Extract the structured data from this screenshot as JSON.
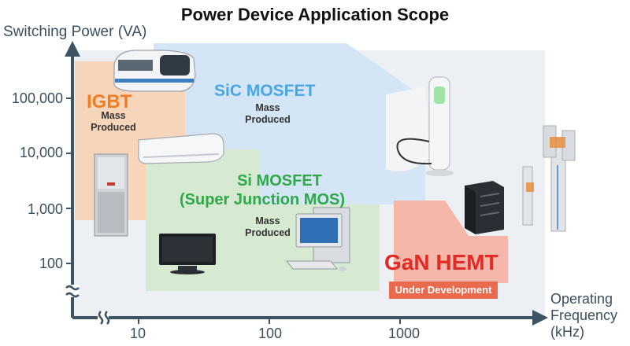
{
  "chart_data": {
    "type": "region",
    "title": "Power Device Application Scope",
    "ylabel": "Switching Power (VA)",
    "xlabel_lines": [
      "Operating",
      "Frequency",
      "(kHz)"
    ],
    "x_scale": "log",
    "y_scale": "log",
    "x_ticks": [
      {
        "label": "10",
        "value": 10
      },
      {
        "label": "100",
        "value": 100
      },
      {
        "label": "1000",
        "value": 1000
      }
    ],
    "y_ticks": [
      {
        "label": "100,000",
        "value": 100000
      },
      {
        "label": "10,000",
        "value": 10000
      },
      {
        "label": "1,000",
        "value": 1000
      },
      {
        "label": "100",
        "value": 100
      }
    ],
    "regions": [
      {
        "name": "SiC MOSFET",
        "status": "Mass Produced",
        "status_lines": [
          "Mass",
          "Produced"
        ],
        "color": "#4aa6e3",
        "fill": "#d4e6f5"
      },
      {
        "name": "IGBT",
        "status": "Mass Produced",
        "status_lines": [
          "Mass",
          "Produced"
        ],
        "color": "#ee7d27",
        "fill": "#f7d5bb"
      },
      {
        "name_lines": [
          "Si MOSFET",
          "(Super Junction MOS)"
        ],
        "name": "Si MOSFET (Super Junction MOS)",
        "status": "Mass Produced",
        "status_lines": [
          "Mass",
          "Produced"
        ],
        "color": "#2fa84a",
        "fill": "#d6ead1"
      },
      {
        "name": "GaN HEMT",
        "status": "Under Development",
        "color": "#e02b26",
        "fill": "#f4b7a9",
        "badge_color": "#ea6a4e"
      }
    ],
    "applications": [
      "train",
      "air-conditioner",
      "server-cabinet",
      "ev-charger",
      "television",
      "desktop-computer",
      "server",
      "cell-tower"
    ]
  }
}
